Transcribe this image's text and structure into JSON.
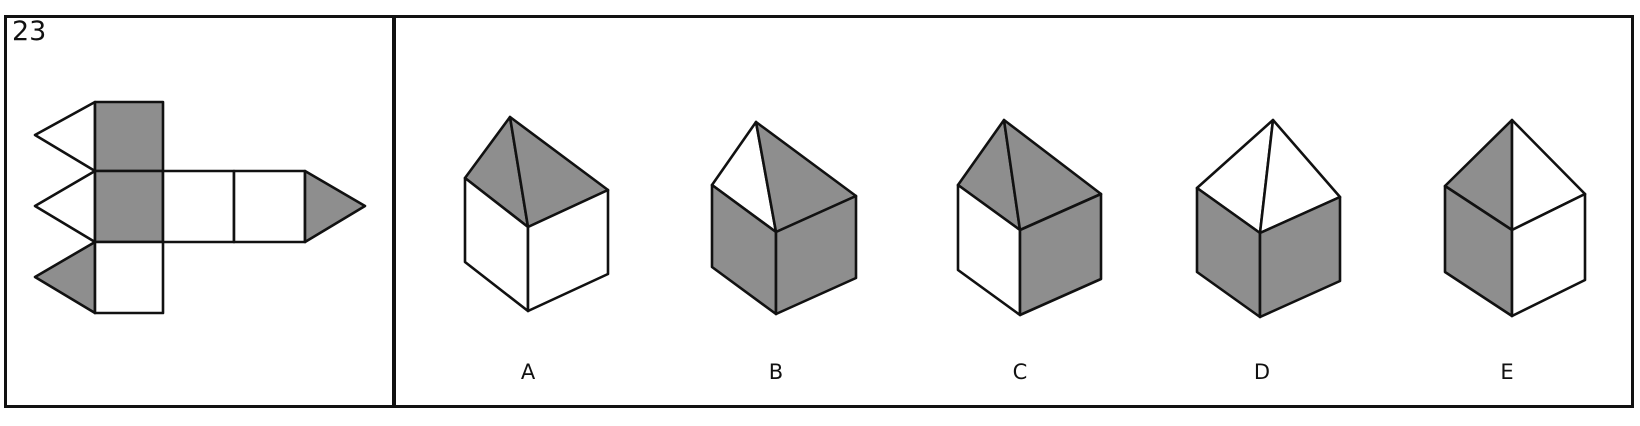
{
  "question": {
    "number": "23"
  },
  "options": [
    {
      "label": "A"
    },
    {
      "label": "B"
    },
    {
      "label": "C"
    },
    {
      "label": "D"
    },
    {
      "label": "E"
    }
  ],
  "colors": {
    "shade": "#8e8e8e",
    "line": "#111111",
    "paper": "#ffffff"
  }
}
